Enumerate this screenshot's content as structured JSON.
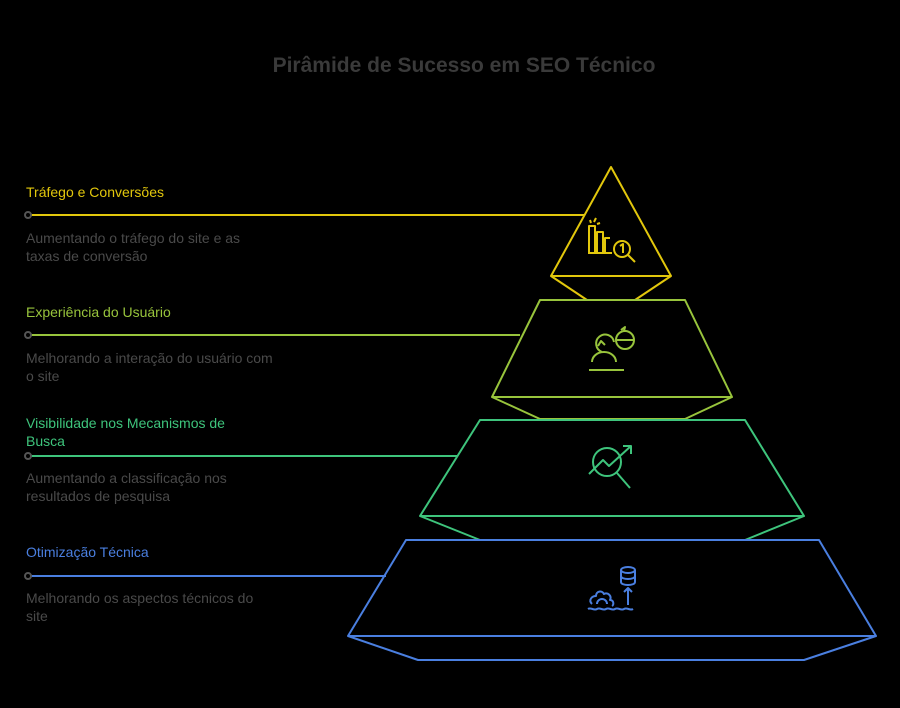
{
  "title": "Pirâmide de Sucesso em SEO Técnico",
  "levels": [
    {
      "heading": "Tráfego e Conversões",
      "description": "Aumentando o tráfego do site e as taxas de conversão",
      "color": "#e2c70c",
      "icon": "chart-magnifier-icon"
    },
    {
      "heading": "Experiência do Usuário",
      "description": "Melhorando a interação do usuário com o site",
      "color": "#98c43c",
      "icon": "user-refresh-icon"
    },
    {
      "heading": "Visibilidade nos Mecanismos de Busca",
      "description": "Aumentando a classificação nos resultados de pesquisa",
      "color": "#3ec47c",
      "icon": "trend-search-icon"
    },
    {
      "heading": "Otimização Técnica",
      "description": "Melhorando os aspectos técnicos do site",
      "color": "#4a7fe0",
      "icon": "gear-database-icon"
    }
  ]
}
